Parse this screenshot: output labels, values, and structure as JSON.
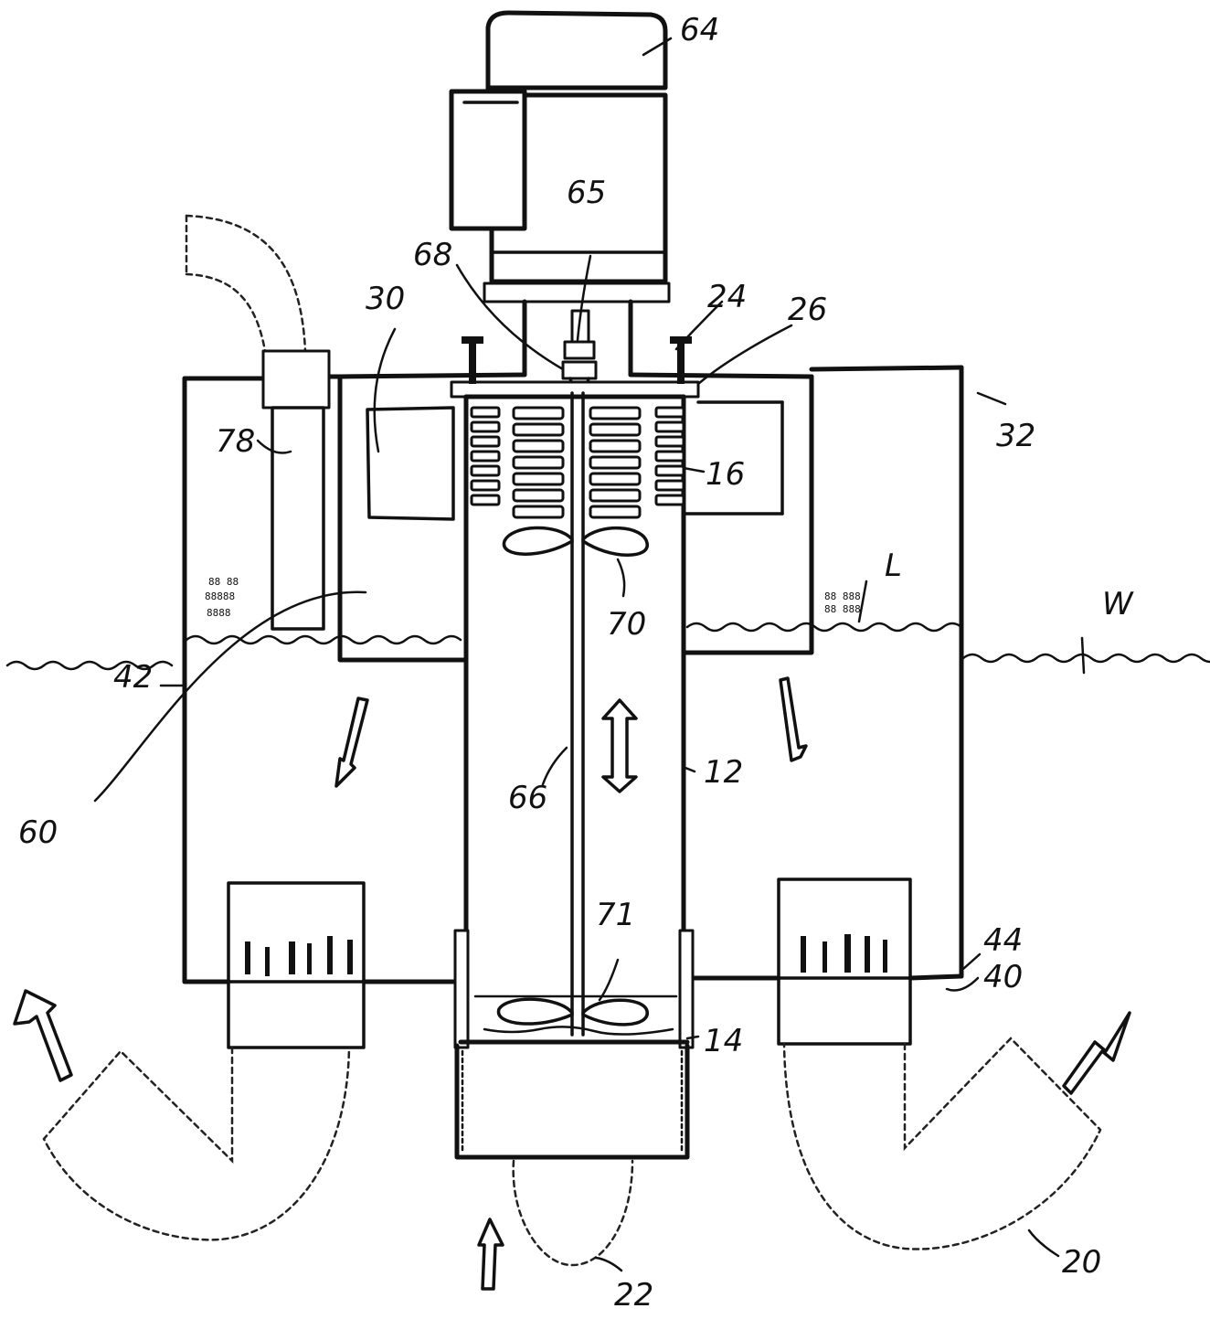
{
  "labels": {
    "l64": "64",
    "l65": "65",
    "l68": "68",
    "l24": "24",
    "l26": "26",
    "l30": "30",
    "l32": "32",
    "l78": "78",
    "l16": "16",
    "l70": "70",
    "lL": "L",
    "lW": "W",
    "l42": "42",
    "l60": "60",
    "l66": "66",
    "l12": "12",
    "l71": "71",
    "l44": "44",
    "l40": "40",
    "l14": "14",
    "l22": "22",
    "l20": "20"
  }
}
